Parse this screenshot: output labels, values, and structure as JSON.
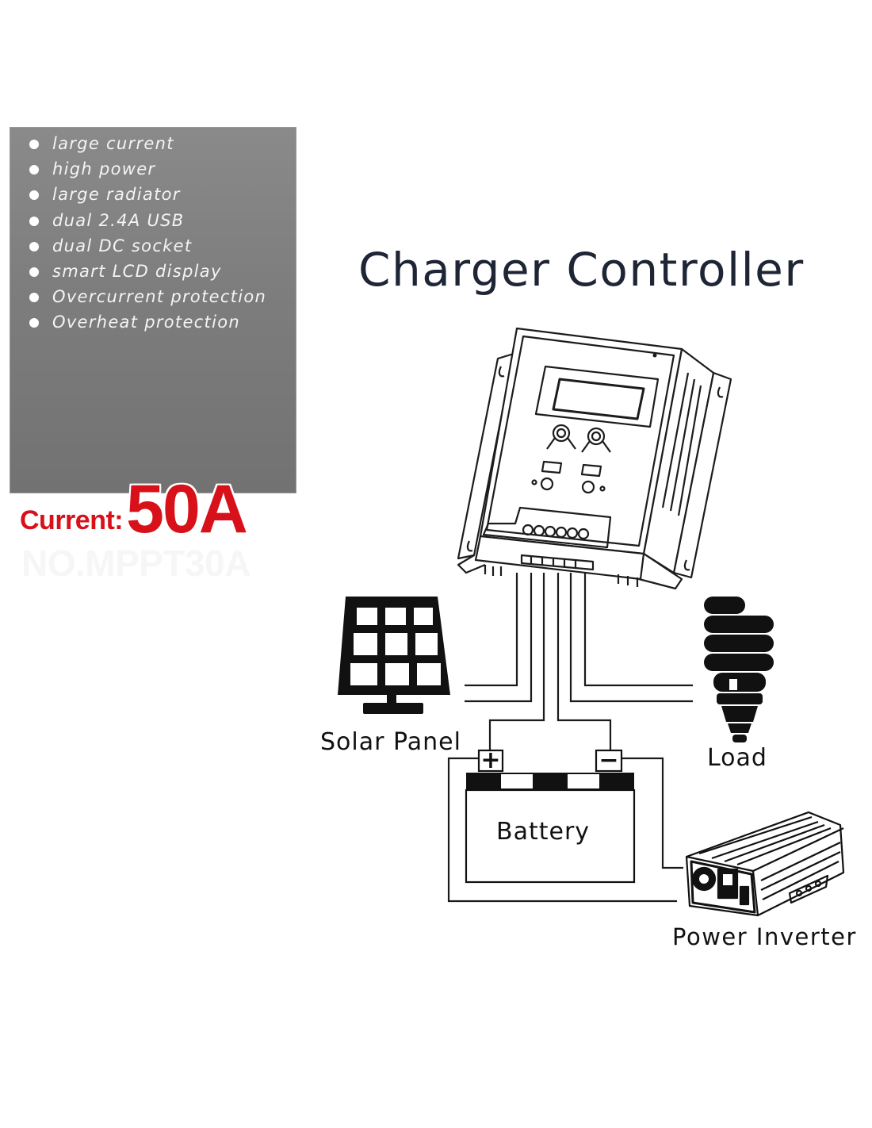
{
  "features": [
    "large current",
    "high power",
    "large radiator",
    "dual 2.4A USB",
    "dual DC socket",
    "smart LCD display",
    "Overcurrent protection",
    "Overheat protection"
  ],
  "current": {
    "label": "Current:",
    "value": "50A"
  },
  "model": "NO.MPPT30A",
  "title": "Charger Controller",
  "labels": {
    "solar_panel": "Solar Panel",
    "load": "Load",
    "battery": "Battery",
    "power_inverter": "Power Inverter",
    "plus": "+",
    "minus": "−"
  },
  "colors": {
    "box": "#7d7d7d",
    "accent_red": "#d8101a",
    "title": "#1e2535",
    "line": "#111111"
  },
  "icons": [
    "charge-controller-icon",
    "solar-panel-icon",
    "light-bulb-icon",
    "battery-icon",
    "power-inverter-icon"
  ]
}
